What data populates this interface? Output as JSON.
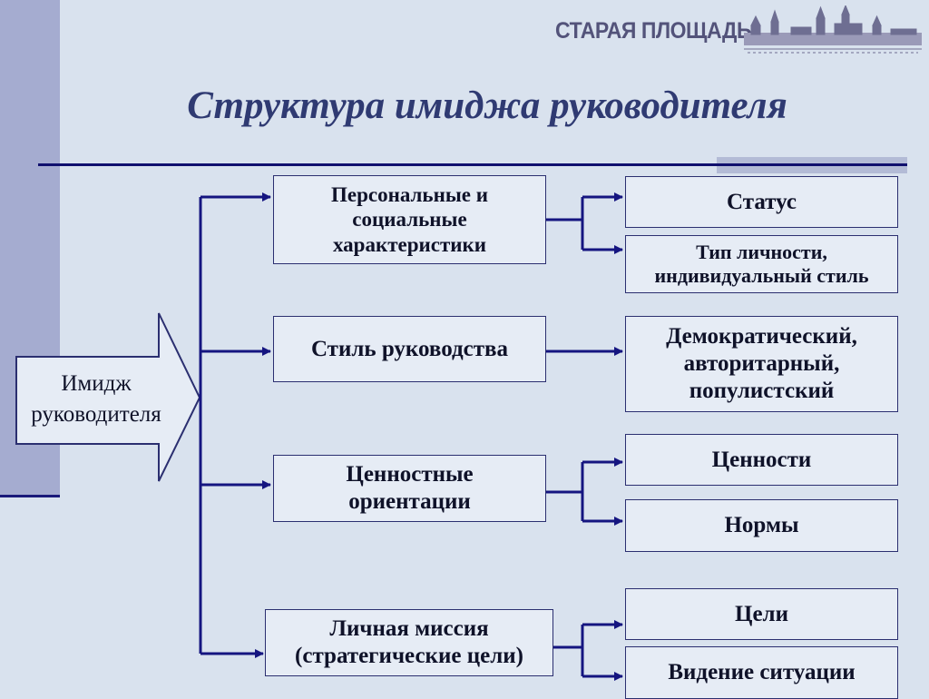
{
  "logo": {
    "text": "СТАРАЯ ПЛОЩАДЬ"
  },
  "title": "Структура имиджа руководителя",
  "root": {
    "line1": "Имидж",
    "line2": "руководителя"
  },
  "branches": [
    {
      "line1": "Персональные и",
      "line2": "социальные",
      "line3": "характеристики"
    },
    {
      "line1": "Стиль руководства"
    },
    {
      "line1": "Ценностные",
      "line2": "ориентации"
    },
    {
      "line1": "Личная миссия",
      "line2": "(стратегические цели)"
    }
  ],
  "leaves": [
    {
      "line1": "Статус"
    },
    {
      "line1": "Тип личности,",
      "line2": "индивидуальный стиль"
    },
    {
      "line1": "Демократический,",
      "line2": "авторитарный,",
      "line3": "популистский"
    },
    {
      "line1": "Ценности"
    },
    {
      "line1": "Нормы"
    },
    {
      "line1": "Цели"
    },
    {
      "line1": "Видение ситуации"
    }
  ],
  "colors": {
    "line": "#151580",
    "box_border": "#2b2f70",
    "title": "#2f3a72",
    "accent_stripe": "#a5acd0"
  }
}
